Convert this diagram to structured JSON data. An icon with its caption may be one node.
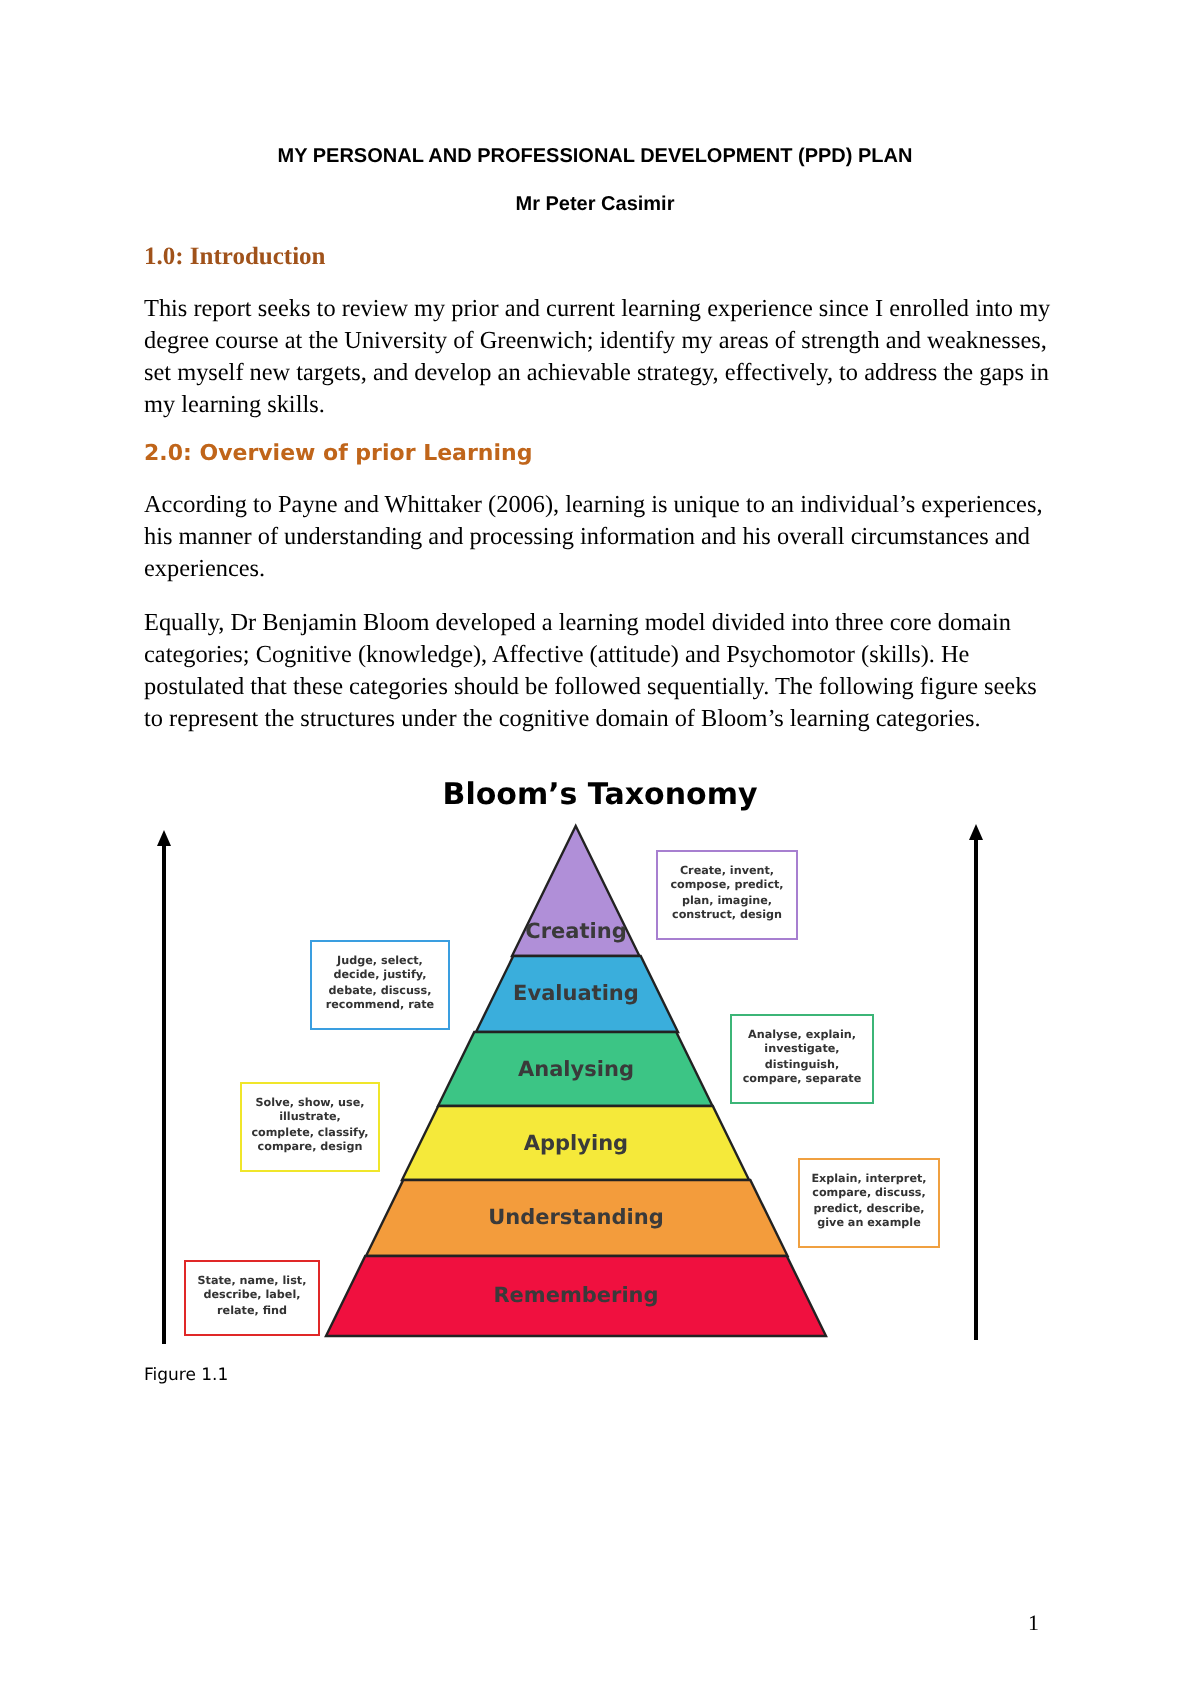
{
  "diagram": {
    "title": "MY PERSONAL AND PROFESSIONAL DEVELOPMENT (PPD) PLAN",
    "nodes": [
      {
        "text": [
          "Creating"
        ]
      },
      {
        "text": [
          "Evaluating"
        ]
      },
      {
        "text": [
          "Analysing"
        ]
      },
      {
        "text": [
          "Applying"
        ]
      },
      {
        "text": [
          "Understanding"
        ]
      },
      {
        "text": [
          "Remembering"
        ]
      },
      {
        "text": [
          "Create, invent, compose, predict, plan, imagine, construct, design"
        ]
      },
      {
        "text": [
          "Judge, select, decide, justify, debate, discuss, recommend, rate"
        ]
      },
      {
        "text": [
          "Analyse, explain, investigate, distinguish, compare, separate"
        ]
      },
      {
        "text": [
          "Solve, show, use, illustrate, complete, classify, compare, design"
        ]
      },
      {
        "text": [
          "Explain, interpret, compare, discuss, predict, describe, give an example"
        ]
      },
      {
        "text": [
          "State, name, list, describe, label, relate, find"
        ]
      }
    ],
    "labels": [
      "Mr Peter Casimir",
      "1.0: Introduction",
      "This report seeks to review my prior and current learning experience since I enrolled into my degree course at the University of Greenwich; identify my areas of strength and weaknesses, set myself new targets, and develop an achievable strategy, effectively, to address the gaps in my learning skills.",
      "2.0: Overview of prior Learning",
      "According to Payne and Whittaker (2006), learning is unique to an individual’s experiences, his manner of understanding and processing information and his overall circumstances and experiences.",
      "Equally, Dr Benjamin Bloom developed a learning model divided into three core domain categories; Cognitive (knowledge), Affective (attitude) and Psychomotor (skills). He postulated that these categories should be followed sequentially. The following figure seeks to represent the structures under the cognitive domain of Bloom’s learning categories.",
      "Bloom’s Taxonomy",
      "Figure 1.1",
      "1"
    ]
  }
}
